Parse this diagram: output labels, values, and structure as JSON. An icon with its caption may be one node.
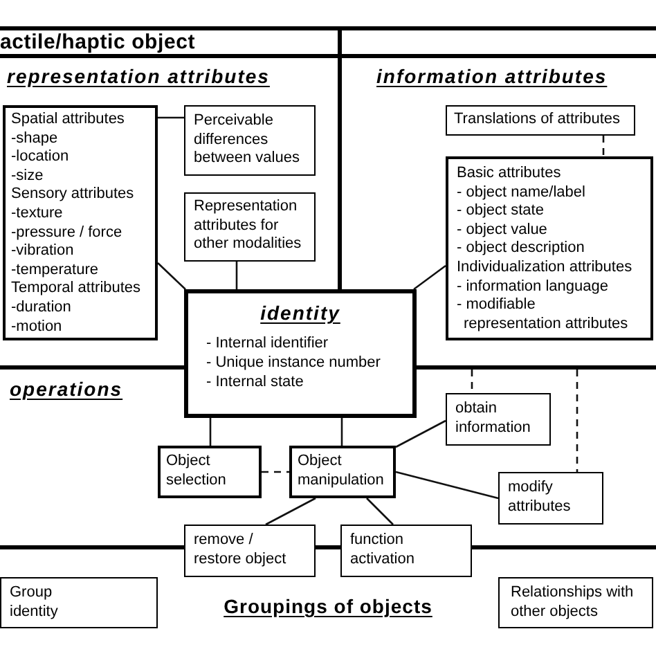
{
  "diagram": {
    "nodes": [
      {
        "text": [
          "actile/haptic object"
        ]
      },
      {
        "text": [
          "Spatial attributes",
          "-shape",
          "-location",
          "-size",
          "Sensory attributes",
          "-texture",
          "-pressure / force",
          "-vibration",
          "-temperature",
          "Temporal attributes",
          "-duration",
          "-motion"
        ],
        "in": 0
      },
      {
        "text": [
          "Perceivable differences between values"
        ],
        "in": 0
      },
      {
        "text": [
          "Representation attributes for other modalities"
        ],
        "in": 0
      },
      {
        "text": [
          "Translations of attributes"
        ],
        "in": 0
      },
      {
        "text": [
          "Basic attributes",
          "- object name/label",
          "- object state",
          "- object value",
          "- object description",
          "Individualization attributes",
          "- information language",
          "- modifiable representation attributes"
        ],
        "in": 0
      },
      {
        "text": [
          "identity",
          "- Internal identifier",
          "- Unique instance number",
          "- Internal state"
        ],
        "in": 0
      },
      {
        "text": [
          "Object selection"
        ],
        "in": 0
      },
      {
        "text": [
          "Object manipulation"
        ],
        "in": 0
      },
      {
        "text": [
          "obtain information"
        ],
        "in": 0
      },
      {
        "text": [
          "modify attributes"
        ],
        "in": 0
      },
      {
        "text": [
          "remove / restore object"
        ],
        "in": 0
      },
      {
        "text": [
          "function activation"
        ],
        "in": 0
      },
      {
        "text": [
          "Group identity"
        ],
        "in": 0
      },
      {
        "text": [
          "Relationships with other objects"
        ],
        "in": 0
      }
    ],
    "edges": [
      {
        "from": 1,
        "to": 2,
        "arrow": "none"
      },
      {
        "from": 1,
        "to": 6,
        "arrow": "none"
      },
      {
        "from": 3,
        "to": 6,
        "arrow": "none"
      },
      {
        "from": 4,
        "to": 5,
        "arrow": "none",
        "style": "dashed"
      },
      {
        "from": 5,
        "to": 6,
        "arrow": "none"
      },
      {
        "from": 6,
        "to": 7,
        "arrow": "none"
      },
      {
        "from": 6,
        "to": 8,
        "arrow": "none"
      },
      {
        "from": 7,
        "to": 8,
        "arrow": "none",
        "style": "dashed"
      },
      {
        "from": 8,
        "to": 9,
        "arrow": "none"
      },
      {
        "from": 8,
        "to": 10,
        "arrow": "none"
      },
      {
        "from": 8,
        "to": 11,
        "arrow": "none"
      },
      {
        "from": 8,
        "to": 12,
        "arrow": "none"
      },
      {
        "from": null,
        "to": 9,
        "arrow": "none",
        "style": "dashed"
      },
      {
        "from": null,
        "to": 10,
        "arrow": "none",
        "style": "dashed"
      }
    ],
    "labels": [
      "representation attributes",
      "information attributes",
      "operations",
      "Groupings of objects"
    ]
  }
}
